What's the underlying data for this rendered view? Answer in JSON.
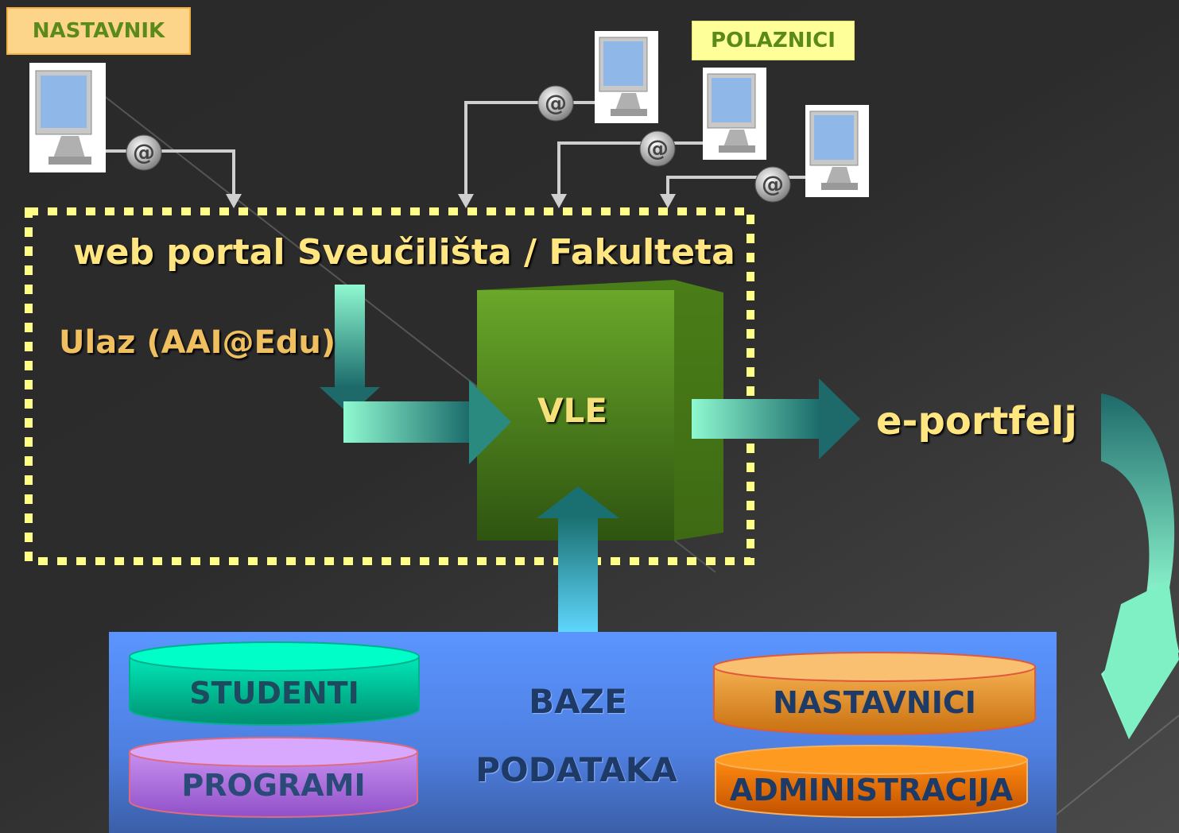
{
  "roles": {
    "teacher": "NASTAVNIK",
    "students": "POLAZNICI"
  },
  "at_symbol": "@",
  "portal": {
    "title": "web portal Sveučilišta / Fakulteta",
    "login": "Ulaz (AAI@Edu)"
  },
  "vle": "VLE",
  "eportfolio": "e-portfelj",
  "databases": {
    "title_line1": "BAZE",
    "title_line2": "PODATAKA",
    "items": [
      "STUDENTI",
      "PROGRAMI",
      "NASTAVNICI",
      "ADMINISTRACIJA"
    ]
  },
  "colors": {
    "portal_border": "#ffff88",
    "vle_box": "#5a8a1e",
    "arrow": "#7ff5c8",
    "db_background": "#5b95ff",
    "studenti": "#00d0a0",
    "programi": "#b070e0",
    "nastavnici": "#e8901a",
    "administracija": "#e86a00"
  }
}
